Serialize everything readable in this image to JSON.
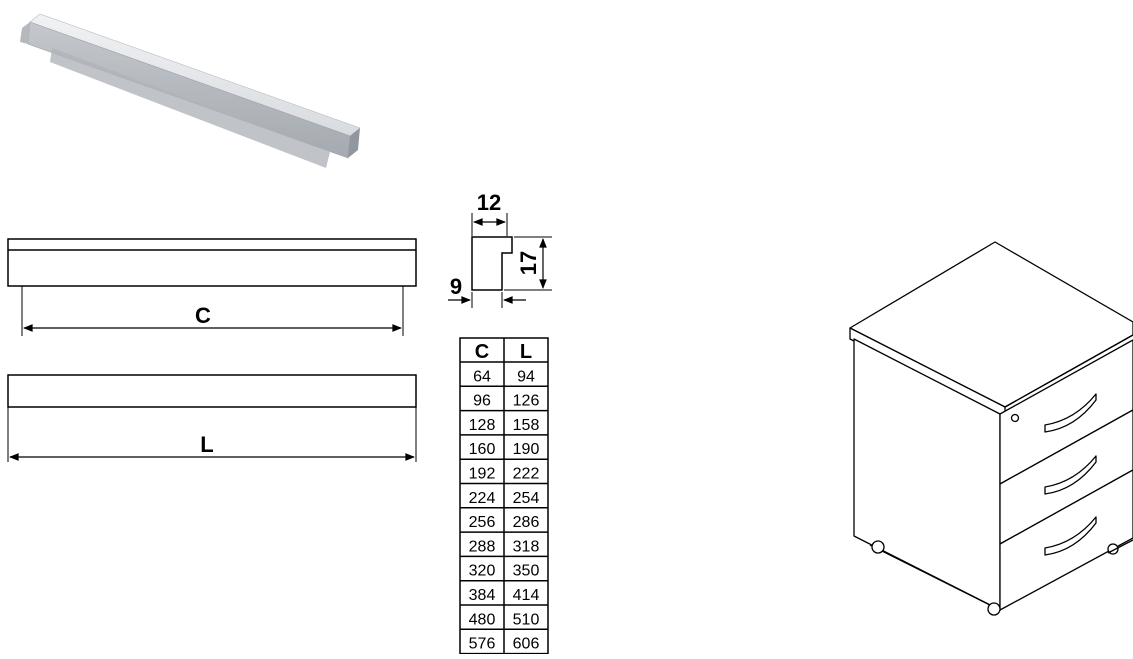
{
  "drawing": {
    "c_label": "C",
    "l_label": "L",
    "profile_width": "12",
    "profile_height": "17",
    "profile_lip": "9"
  },
  "dimension_table": {
    "headers": [
      "C",
      "L"
    ],
    "rows": [
      [
        "64",
        "94"
      ],
      [
        "96",
        "126"
      ],
      [
        "128",
        "158"
      ],
      [
        "160",
        "190"
      ],
      [
        "192",
        "222"
      ],
      [
        "224",
        "254"
      ],
      [
        "256",
        "286"
      ],
      [
        "288",
        "318"
      ],
      [
        "320",
        "350"
      ],
      [
        "384",
        "414"
      ],
      [
        "480",
        "510"
      ],
      [
        "576",
        "606"
      ]
    ]
  },
  "colors": {
    "line": "#000000",
    "handle_light": "#e8eaec",
    "handle_mid": "#c9ccd0",
    "handle_dark": "#a9adb2"
  }
}
